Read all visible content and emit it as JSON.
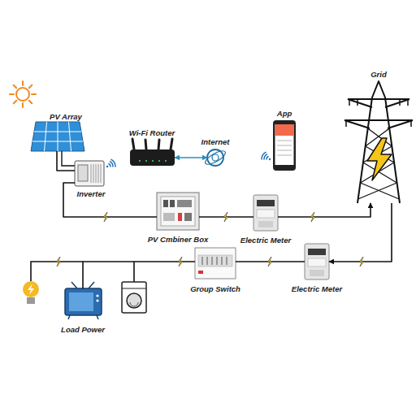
{
  "diagram": {
    "nodes": [
      {
        "text": [
          "PV Array"
        ]
      },
      {
        "text": [
          "Inverter"
        ]
      },
      {
        "text": [
          "Wi-Fi Router"
        ]
      },
      {
        "text": [
          "Internet"
        ]
      },
      {
        "text": [
          "App"
        ]
      },
      {
        "text": [
          "Grid"
        ]
      },
      {
        "text": [
          "PV Cmbiner Box"
        ]
      },
      {
        "text": [
          "Electric Meter"
        ]
      },
      {
        "text": [
          "Group Switch"
        ]
      },
      {
        "text": [
          "Electric Meter"
        ]
      },
      {
        "text": [
          "Load Power"
        ]
      }
    ],
    "edges": [
      {
        "from": 0,
        "to": 1,
        "arrow": "none"
      },
      {
        "from": 2,
        "to": 3,
        "arrow": "both"
      },
      {
        "from": 1,
        "to": 6,
        "arrow": "none"
      },
      {
        "from": 6,
        "to": 7,
        "arrow": "none"
      },
      {
        "from": 7,
        "to": 5,
        "arrow": "to"
      },
      {
        "from": 5,
        "to": 9,
        "arrow": "to"
      },
      {
        "from": 9,
        "to": 8,
        "arrow": "none"
      },
      {
        "from": 8,
        "to": 10,
        "arrow": "none"
      }
    ]
  }
}
